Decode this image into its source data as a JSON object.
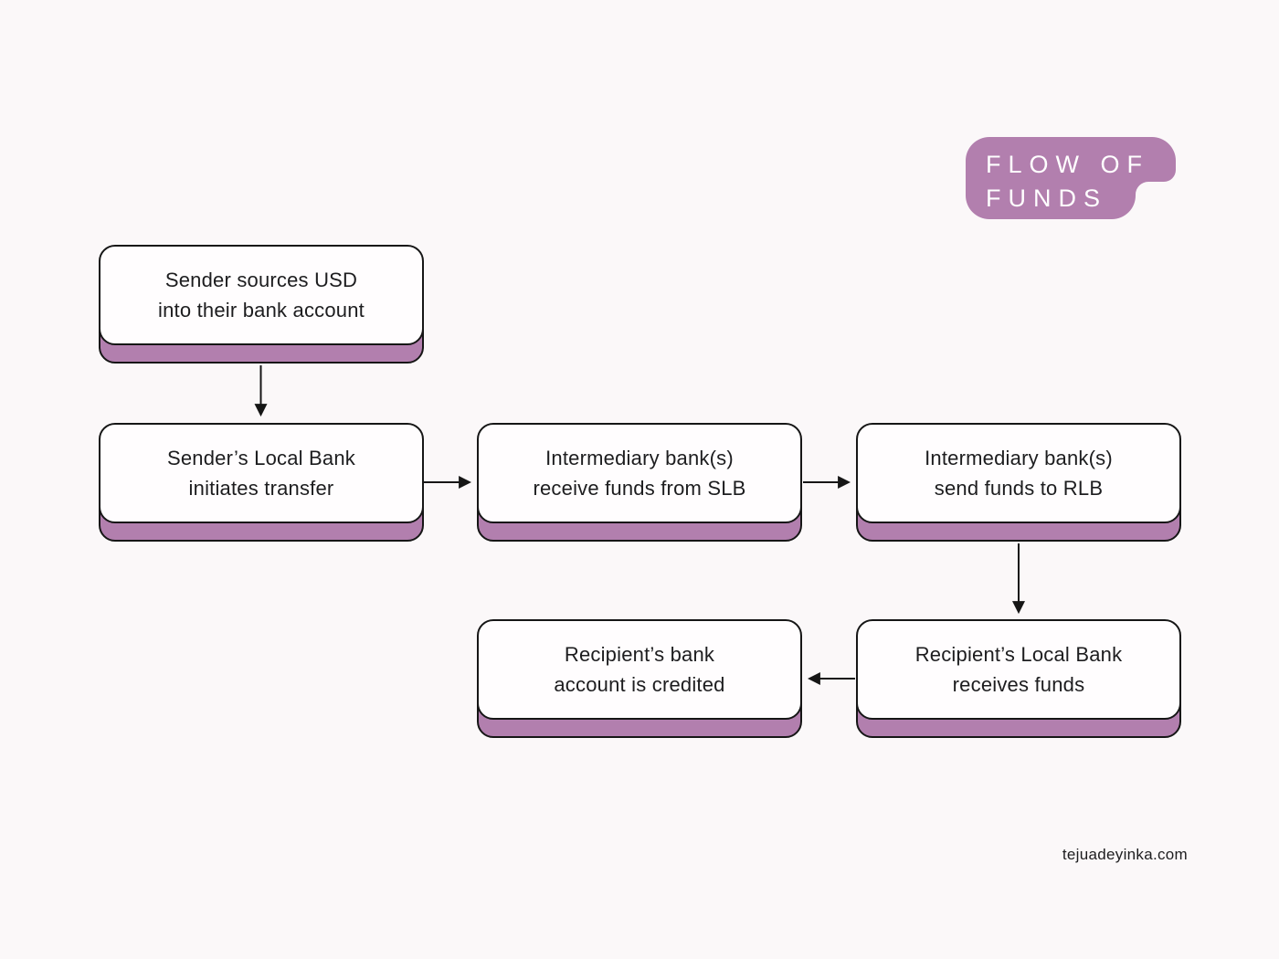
{
  "page": {
    "background_color": "#fbf8f9",
    "accent_purple": "#b27fae",
    "ink_color": "#161616",
    "box_fill": "#fffdfe"
  },
  "badge": {
    "text": "FLOW OF\nFUNDS"
  },
  "nodes": [
    {
      "text": "Sender sources USD\ninto their bank account"
    },
    {
      "text": "Sender’s Local Bank\ninitiates transfer"
    },
    {
      "text": "Intermediary bank(s)\nreceive funds from SLB"
    },
    {
      "text": "Intermediary bank(s)\nsend funds to RLB"
    },
    {
      "text": "Recipient’s Local Bank\nreceives funds"
    },
    {
      "text": "Recipient’s bank\naccount is credited"
    }
  ],
  "footer": {
    "text": "tejuadeyinka.com"
  }
}
